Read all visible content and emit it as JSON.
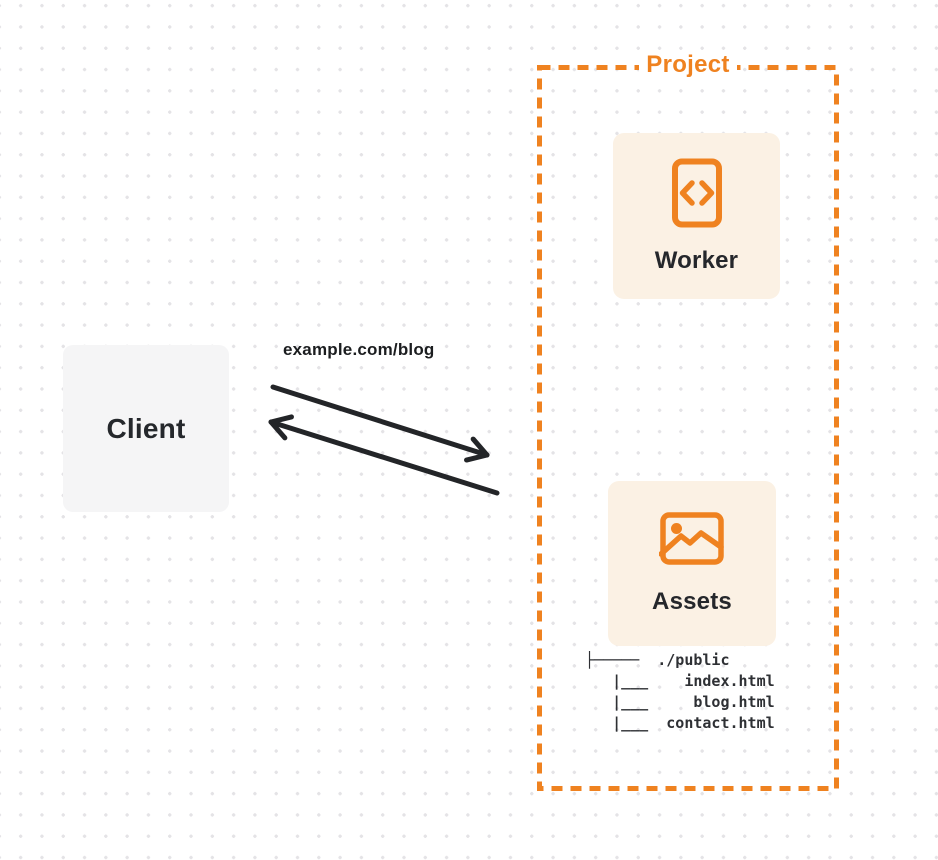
{
  "colors": {
    "accent": "#EF8220",
    "card-bg": "#FBF1E4",
    "client-bg": "#F5F5F6",
    "ink": "#232528"
  },
  "client": {
    "label": "Client"
  },
  "request": {
    "url": "example.com/blog"
  },
  "project": {
    "label": "Project",
    "worker": {
      "label": "Worker",
      "icon": "code-document-icon"
    },
    "assets": {
      "label": "Assets",
      "icon": "image-icon",
      "file_tree": "├─────  ./public\n   |___    index.html\n   |___     blog.html\n   |___  contact.html"
    }
  }
}
